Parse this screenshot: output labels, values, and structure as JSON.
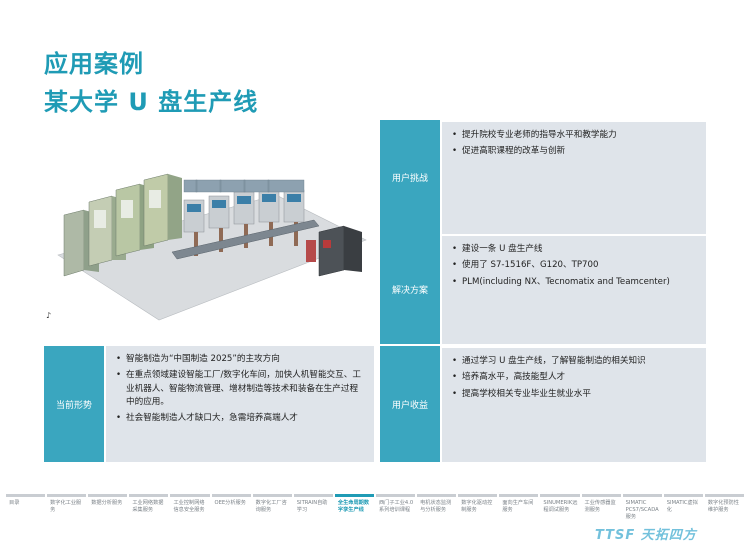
{
  "header": {
    "title_line1": "应用案例",
    "title_line2": "某大学 U 盘生产线"
  },
  "challenge": {
    "label": "用户挑战",
    "items": [
      "提升院校专业老师的指导水平和教学能力",
      "促进高职课程的改革与创新"
    ]
  },
  "solution": {
    "label": "解决方案",
    "items": [
      "建设一条 U 盘生产线",
      "使用了 S7-1516F、G120、TP700",
      "PLM(including NX、Tecnomatix and Teamcenter)"
    ]
  },
  "situation": {
    "label": "当前形势",
    "items": [
      "智能制造为“中国制造 2025”的主攻方向",
      "在重点领域建设智能工厂/数字化车间，加快人机智能交互、工业机器人、智能物流管理、增材制造等技术和装备在生产过程中的应用。",
      "社会智能制造人才缺口大，急需培养高端人才"
    ]
  },
  "benefit": {
    "label": "用户收益",
    "items": [
      "通过学习 U 盘生产线，了解智能制造的相关知识",
      "培养高水平，高技能型人才",
      "提高学校相关专业毕业生就业水平"
    ]
  },
  "nav": {
    "items": [
      "目录",
      "数字化工业服务",
      "数据分析服务",
      "工业网络数据采集服务",
      "工业控制网络信息安全服务",
      "OEE分析服务",
      "数字化工厂咨询服务",
      "SITRAIN自助学习",
      "全生命周期数字孪生产线",
      "西门子工业4.0系列培训课程",
      "电机状态监测与分析服务",
      "数字化驱动控制服务",
      "面向生产车间服务",
      "SINUMERIK远程调试服务",
      "工业传感器监测服务",
      "SIMATIC PCS7/SCADA服务",
      "SIMATIC虚拟化",
      "数字化预防性维护服务"
    ],
    "active_index": 8
  },
  "watermark": "TTSF 天拓四方",
  "colors": {
    "accent": "#1f9bb5",
    "label_bg": "#3aa6bf",
    "content_bg": "#dfe4ea"
  }
}
